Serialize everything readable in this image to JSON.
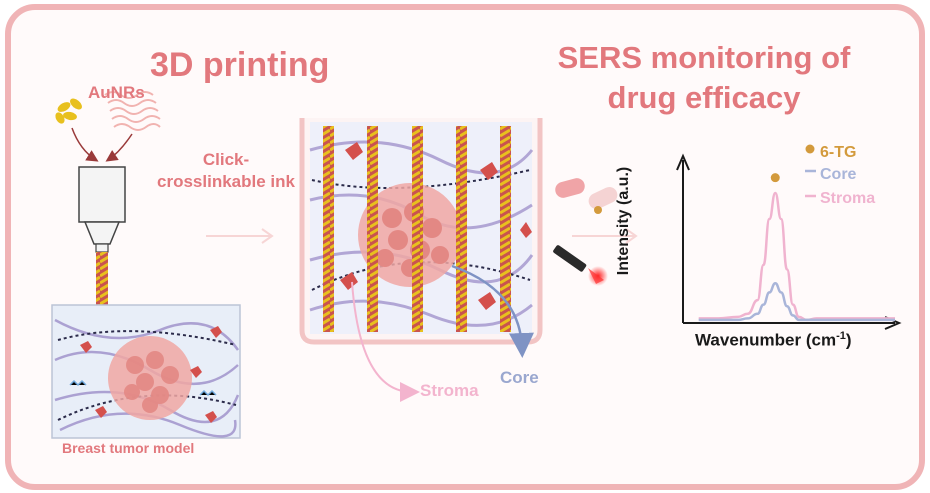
{
  "titles": {
    "printing": "3D printing",
    "sers_line1": "SERS monitoring of",
    "sers_line2": "drug efficacy"
  },
  "labels": {
    "aunrs": "AuNRs",
    "ink_line1": "Click-",
    "ink_line2": "crosslinkable ink",
    "breast_model": "Breast tumor model",
    "stroma": "Stroma",
    "core": "Core"
  },
  "chart_data": {
    "type": "line",
    "xlabel": "Wavenumber (cm",
    "xlabel_sup": "-1",
    "xlabel_end": ")",
    "ylabel": "Intensity (a.u.)",
    "legend_placement": "top-right",
    "legend": [
      {
        "name": "6-TG",
        "marker": "dot",
        "color": "#d39a3c"
      },
      {
        "name": "Core",
        "marker": "line",
        "color": "#a9b5d9"
      },
      {
        "name": "Stroma",
        "marker": "line",
        "color": "#f0b3cf"
      }
    ],
    "x": [
      0,
      10,
      20,
      25,
      30,
      33,
      36,
      39,
      42,
      45,
      48,
      51,
      55,
      60,
      70,
      80,
      90,
      100
    ],
    "series": [
      {
        "name": "Stroma",
        "color": "#f0b3cf",
        "values": [
          0.03,
          0.03,
          0.04,
          0.06,
          0.15,
          0.38,
          0.68,
          0.85,
          0.68,
          0.35,
          0.12,
          0.04,
          0.02,
          0.03,
          0.03,
          0.03,
          0.03,
          0.03
        ]
      },
      {
        "name": "Core",
        "color": "#a9b5d9",
        "values": [
          0.02,
          0.02,
          0.02,
          0.03,
          0.06,
          0.12,
          0.2,
          0.26,
          0.2,
          0.11,
          0.05,
          0.02,
          0.02,
          0.02,
          0.02,
          0.02,
          0.02,
          0.02
        ]
      }
    ],
    "markers": [
      {
        "name": "6-TG",
        "x": 39,
        "y": 0.95
      }
    ],
    "xlim": [
      -8,
      100
    ],
    "ylim": [
      0,
      1
    ],
    "grid": false
  },
  "colors": {
    "frame": "#f0b4b6",
    "accent": "#e2787d",
    "gold": "#e8c01e",
    "filament": "#c9534f"
  }
}
